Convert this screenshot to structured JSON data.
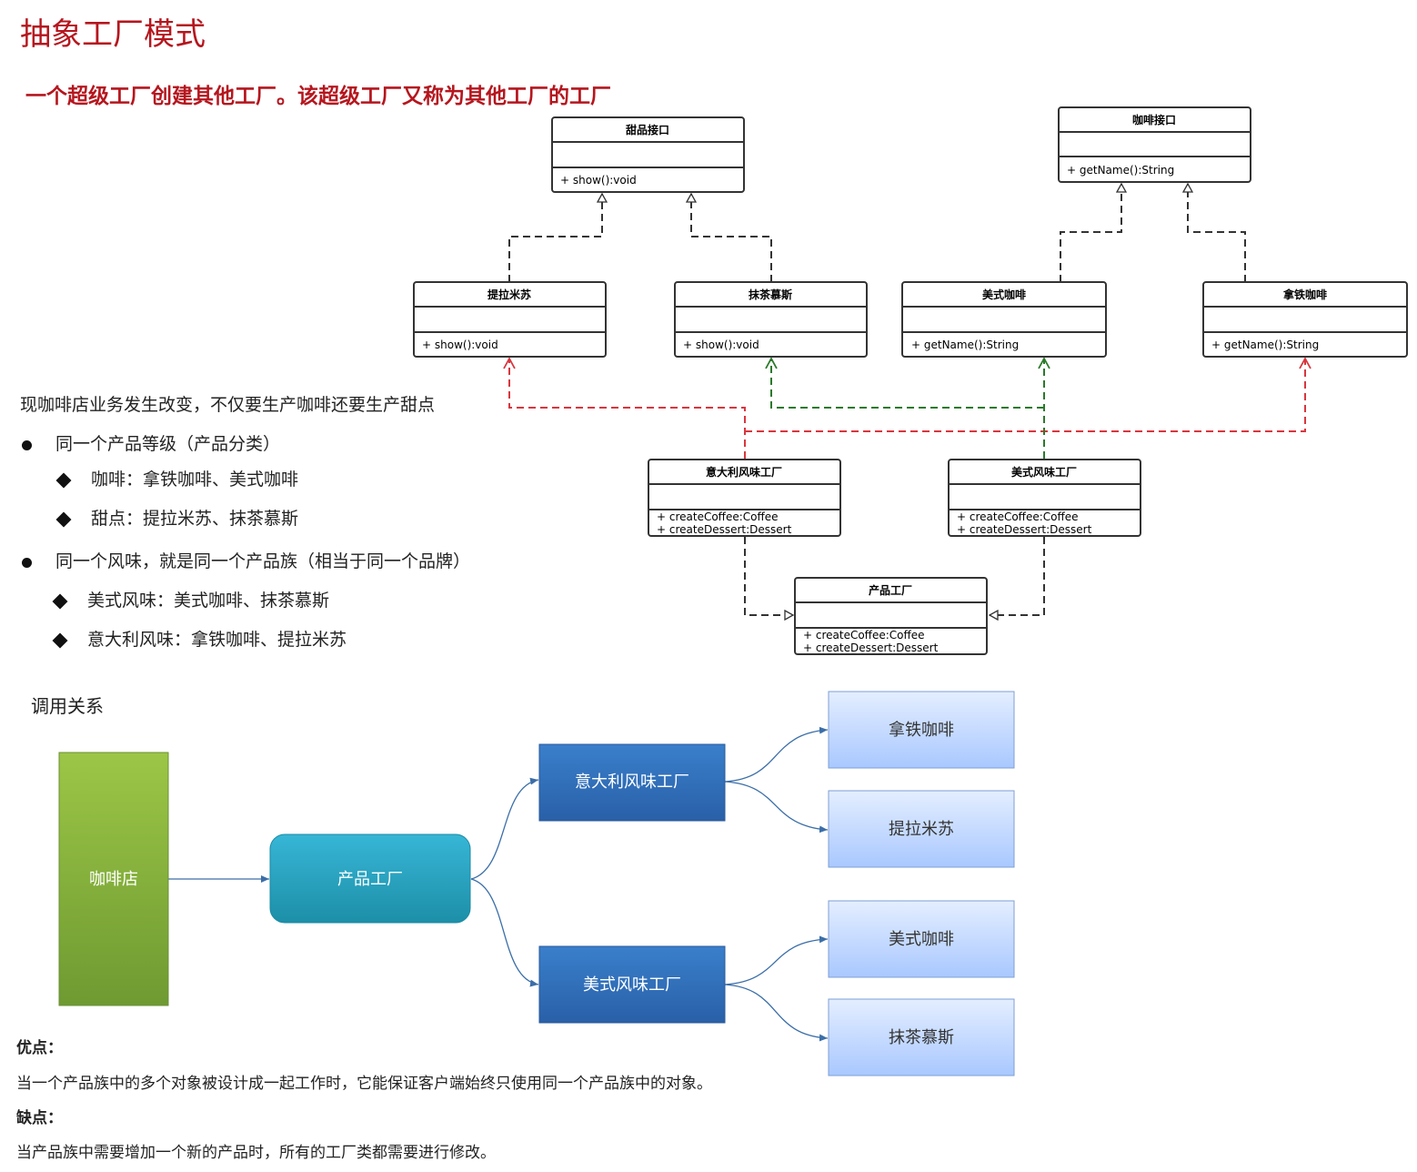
{
  "page": {
    "title": "抽象工厂模式",
    "subtitle": "一个超级工厂创建其他工厂。该超级工厂又称为其他工厂的工厂"
  },
  "uml": {
    "dessert_interface": {
      "name": "甜品接口",
      "method": "+ show():void"
    },
    "coffee_interface": {
      "name": "咖啡接口",
      "method": "+ getName():String"
    },
    "tiramisu": {
      "name": "提拉米苏",
      "method": "+ show():void"
    },
    "matcha_mousse": {
      "name": "抹茶慕斯",
      "method": "+ show():void"
    },
    "american_coffee": {
      "name": "美式咖啡",
      "method": "+ getName():String"
    },
    "latte_coffee": {
      "name": "拿铁咖啡",
      "method": "+ getName():String"
    },
    "italy_factory": {
      "name": "意大利风味工厂",
      "method1": "+ createCoffee:Coffee",
      "method2": "+ createDessert:Dessert"
    },
    "usa_factory": {
      "name": "美式风味工厂",
      "method1": "+ createCoffee:Coffee",
      "method2": "+ createDessert:Dessert"
    },
    "product_factory": {
      "name": "产品工厂",
      "method1": "+ createCoffee:Coffee",
      "method2": "+ createDessert:Dessert"
    }
  },
  "notes": {
    "intro": "现咖啡店业务发生改变，不仅要生产咖啡还要生产甜点",
    "bullet1": "同一个产品等级（产品分类）",
    "bullet1_sub1": "咖啡：拿铁咖啡、美式咖啡",
    "bullet1_sub2": "甜点：提拉米苏、抹茶慕斯",
    "bullet2": "同一个风味，就是同一个产品族（相当于同一个品牌）",
    "bullet2_sub1": "美式风味：美式咖啡、抹茶慕斯",
    "bullet2_sub2": "意大利风味：拿铁咖啡、提拉米苏"
  },
  "call_diagram": {
    "title": "调用关系",
    "shop": "咖啡店",
    "product_factory": "产品工厂",
    "italy_factory": "意大利风味工厂",
    "usa_factory": "美式风味工厂",
    "latte": "拿铁咖啡",
    "tiramisu": "提拉米苏",
    "american": "美式咖啡",
    "matcha": "抹茶慕斯"
  },
  "pros_cons": {
    "pros_label": "优点：",
    "pros_text": "当一个产品族中的多个对象被设计成一起工作时，它能保证客户端始终只使用同一个产品族中的对象。",
    "cons_label": "缺点：",
    "cons_text": "当产品族中需要增加一个新的产品时，所有的工厂类都需要进行修改。"
  },
  "colors": {
    "title_red": "#b5161e",
    "dash_red": "#d9363e",
    "dash_green": "#2a7a2a",
    "shop_green": "#7fae3c",
    "factory_blue": "#2e6cb8",
    "product_teal": "#2aa0c4",
    "leaf_light": "#c8dcff"
  }
}
